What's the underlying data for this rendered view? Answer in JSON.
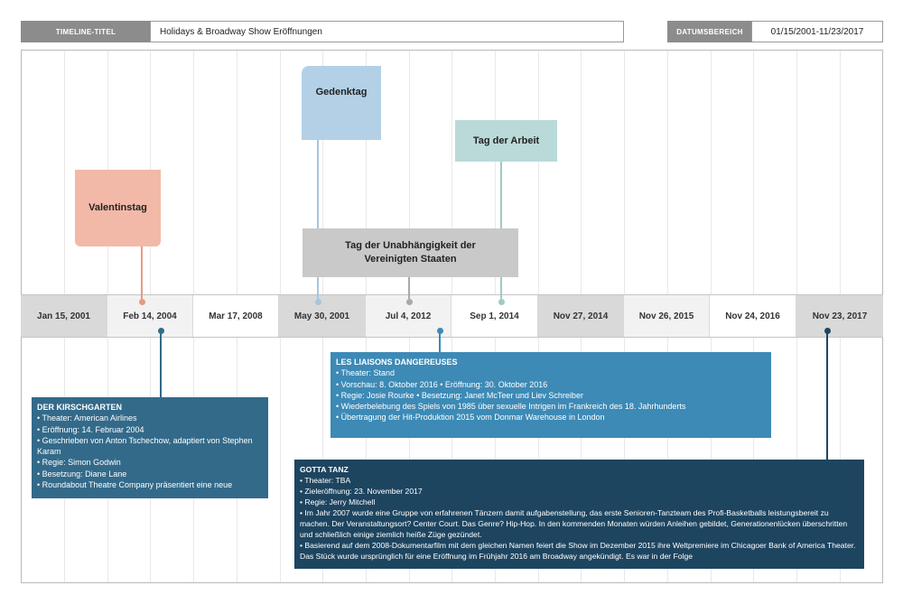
{
  "header": {
    "title_label": "TIMELINE-TITEL",
    "title_value": "Holidays & Broadway Show Eröffnungen",
    "range_label": "DATUMSBEREICH",
    "range_value": "01/15/2001-11/23/2017"
  },
  "axis": {
    "dates": [
      "Jan 15, 2001",
      "Feb 14, 2004",
      "Mar 17, 2008",
      "May 30, 2001",
      "Jul 4, 2012",
      "Sep 1, 2014",
      "Nov 27, 2014",
      "Nov 26, 2015",
      "Nov 24, 2016",
      "Nov 23, 2017"
    ]
  },
  "events": {
    "valentinstag": {
      "label": "Valentinstag",
      "color": "#f2b9a8",
      "stem_color": "#e59a86"
    },
    "gedenktag": {
      "label": "Gedenktag",
      "color": "#b3d0e6",
      "stem_color": "#a7c6dd"
    },
    "tag_der_arbeit": {
      "label": "Tag der Arbeit",
      "color": "#b9dad8",
      "stem_color": "#9fcac6"
    },
    "unabhaengigkeit": {
      "label": "Tag der Unabhängigkeit der Vereinigten Staaten",
      "color": "#c9c9c9",
      "stem_color": "#a9a9a9"
    }
  },
  "shows": {
    "kirschgarten": {
      "title": "DER KIRSCHGARTEN",
      "color": "#336a8a",
      "lines": [
        "• Theater: American Airlines",
        "• Eröffnung: 14. Februar 2004",
        "• Geschrieben von Anton Tschechow, adaptiert von Stephen Karam",
        "• Regie: Simon Godwin",
        "• Besetzung: Diane Lane",
        "• Roundabout Theatre Company präsentiert eine neue"
      ]
    },
    "liaisons": {
      "title": "LES LIAISONS DANGEREUSES",
      "color": "#3d8ab6",
      "lines": [
        "• Theater: Stand",
        "• Vorschau: 8. Oktober 2016 • Eröffnung: 30. Oktober 2016",
        "• Regie: Josie Rourke • Besetzung: Janet McTeer und Liev Schreiber",
        "• Wiederbelebung des Spiels von 1985 über sexuelle Intrigen im Frankreich des 18. Jahrhunderts",
        "• Übertragung der Hit-Produktion 2015 vom Donmar Warehouse in London"
      ]
    },
    "gotta_tanz": {
      "title": "GOTTA TANZ",
      "color": "#1e4560",
      "lines": [
        "• Theater: TBA",
        "• Zieleröffnung: 23. November 2017",
        "• Regie: Jerry Mitchell",
        "• Im Jahr 2007 wurde eine Gruppe von erfahrenen Tänzern damit aufgabenstellung, das erste Senioren-Tanzteam des Profi-Basketballs leistungsbereit zu machen. Der Veranstaltungsort? Center Court. Das Genre? Hip-Hop. In den kommenden Monaten würden Anleihen gebildet, Generationenlücken überschritten und schließlich einige ziemlich heiße Züge gezündet.",
        "• Basierend auf dem 2008-Dokumentarfilm mit dem gleichen Namen feiert die Show im Dezember 2015 ihre Weltpremiere im Chicagoer Bank of America Theater. Das Stück wurde ursprünglich für eine Eröffnung im Frühjahr 2016 am Broadway angekündigt. Es war in der Folge"
      ]
    }
  }
}
